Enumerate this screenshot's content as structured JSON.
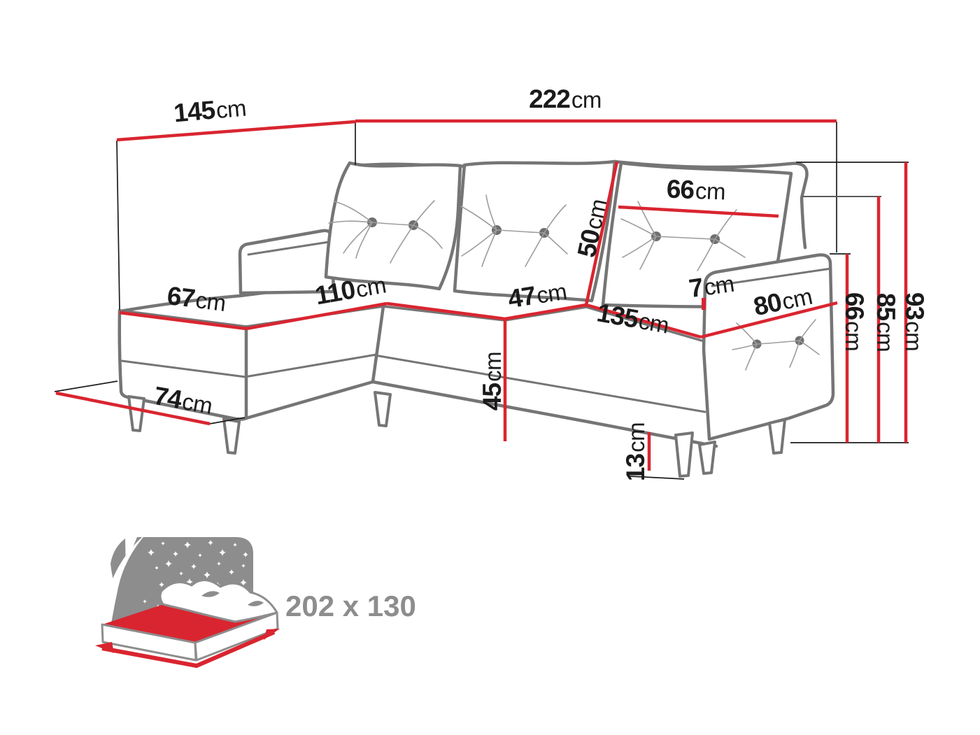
{
  "diagram": {
    "type": "furniture-dimension-diagram",
    "product": "corner sofa bed with chaise",
    "unit": "cm"
  },
  "dims": {
    "d145": {
      "value": "145",
      "unit": "cm",
      "meaning": "back width, left side"
    },
    "d222": {
      "value": "222",
      "unit": "cm",
      "meaning": "total width"
    },
    "d66back": {
      "value": "66",
      "unit": "cm",
      "meaning": "back cushion width"
    },
    "d50": {
      "value": "50",
      "unit": "cm",
      "meaning": "back cushion height"
    },
    "d67": {
      "value": "67",
      "unit": "cm",
      "meaning": "chaise end width"
    },
    "d110": {
      "value": "110",
      "unit": "cm",
      "meaning": "chaise length"
    },
    "d47": {
      "value": "47",
      "unit": "cm",
      "meaning": "corner seat width"
    },
    "d135": {
      "value": "135",
      "unit": "cm",
      "meaning": "seat front width"
    },
    "d7": {
      "value": "7",
      "unit": "cm",
      "meaning": "gap backrest to armrest"
    },
    "d80": {
      "value": "80",
      "unit": "cm",
      "meaning": "armrest length"
    },
    "d74": {
      "value": "74",
      "unit": "cm",
      "meaning": "chaise floor depth"
    },
    "d45": {
      "value": "45",
      "unit": "cm",
      "meaning": "seat height"
    },
    "d13": {
      "value": "13",
      "unit": "cm",
      "meaning": "leg height"
    },
    "d66right": {
      "value": "66",
      "unit": "cm",
      "meaning": "armrest height"
    },
    "d85": {
      "value": "85",
      "unit": "cm",
      "meaning": "backrest height"
    },
    "d93": {
      "value": "93",
      "unit": "cm",
      "meaning": "total height"
    }
  },
  "sleeping_area": {
    "label": "202 x 130"
  },
  "colors": {
    "dimension_red": "#d92530",
    "line_gray": "#757575",
    "text_black": "#1b1b1b",
    "icon_gray": "#8d8d8d"
  }
}
